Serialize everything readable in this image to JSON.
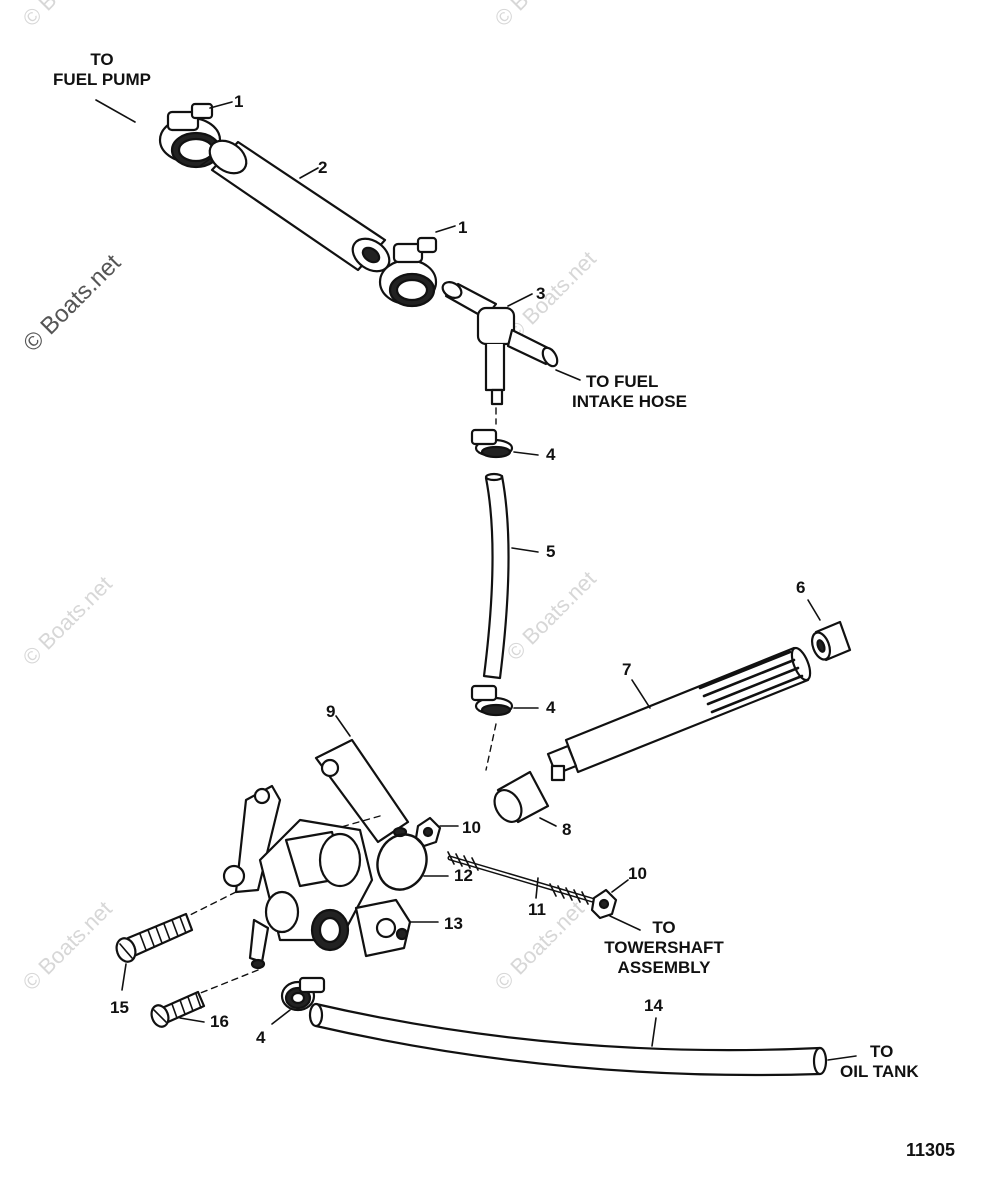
{
  "watermark": "© Boats.net",
  "figure_number": "11305",
  "destinations": {
    "fuel_pump": [
      "TO",
      "FUEL PUMP"
    ],
    "fuel_intake": [
      "TO FUEL",
      "INTAKE HOSE"
    ],
    "towershaft": [
      "TO",
      "TOWERSHAFT",
      "ASSEMBLY"
    ],
    "oil_tank": [
      "TO",
      "OIL TANK"
    ]
  },
  "callouts": {
    "c1a": "1",
    "c1b": "1",
    "c2": "2",
    "c3": "3",
    "c4a": "4",
    "c4b": "4",
    "c4c": "4",
    "c5": "5",
    "c6": "6",
    "c7": "7",
    "c8": "8",
    "c9": "9",
    "c10a": "10",
    "c10b": "10",
    "c11": "11",
    "c12": "12",
    "c13": "13",
    "c14": "14",
    "c15": "15",
    "c16": "16"
  }
}
